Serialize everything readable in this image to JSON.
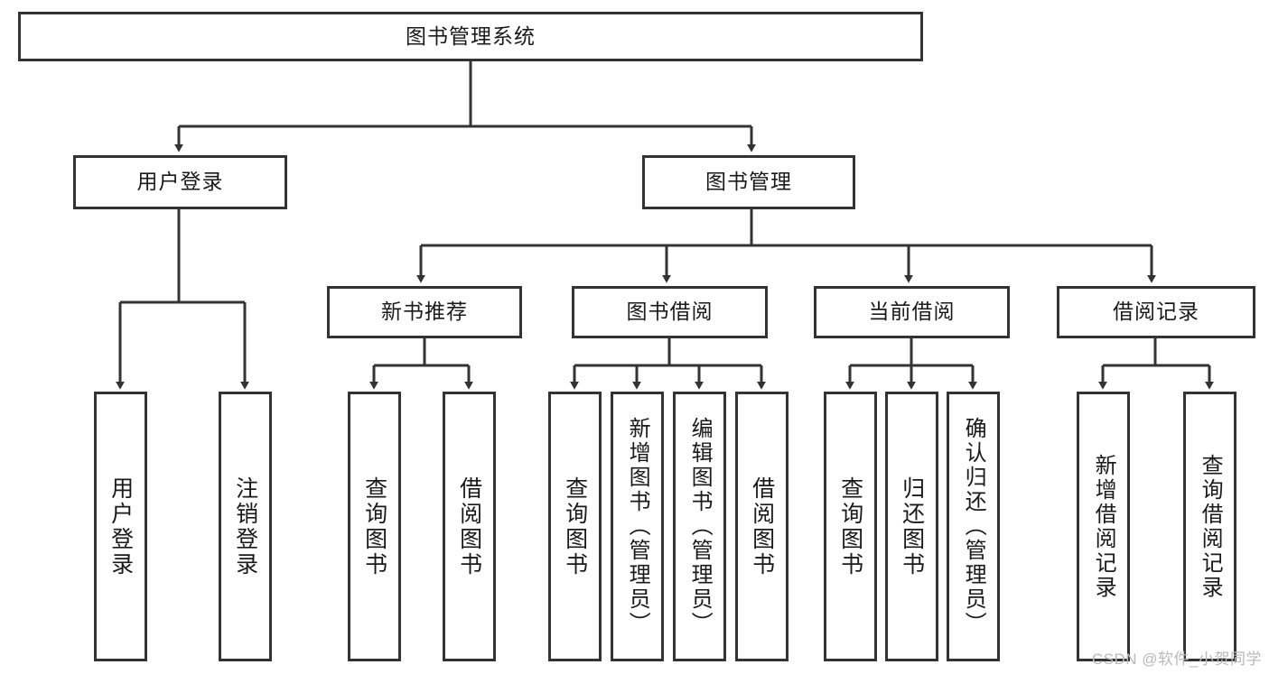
{
  "diagram": {
    "title": "图书管理系统",
    "type": "tree-structure-chart",
    "root": {
      "id": "root",
      "label": "图书管理系统"
    },
    "level1": [
      {
        "id": "user-login",
        "label": "用户登录"
      },
      {
        "id": "book-manage",
        "label": "图书管理"
      }
    ],
    "level2": [
      {
        "id": "new-book-rec",
        "label": "新书推荐",
        "parent": "book-manage"
      },
      {
        "id": "book-borrow",
        "label": "图书借阅",
        "parent": "book-manage"
      },
      {
        "id": "current-borrow",
        "label": "当前借阅",
        "parent": "book-manage"
      },
      {
        "id": "borrow-record",
        "label": "借阅记录",
        "parent": "book-manage"
      }
    ],
    "leaves": [
      {
        "id": "leaf-user-login",
        "label": "用户登录",
        "parent": "user-login"
      },
      {
        "id": "leaf-logout",
        "label": "注销登录",
        "parent": "user-login"
      },
      {
        "id": "leaf-query-book-1",
        "label": "查询图书",
        "parent": "new-book-rec"
      },
      {
        "id": "leaf-borrow-book-1",
        "label": "借阅图书",
        "parent": "new-book-rec"
      },
      {
        "id": "leaf-query-book-2",
        "label": "查询图书",
        "parent": "book-borrow"
      },
      {
        "id": "leaf-add-book",
        "label": "新增图书（管理员）",
        "parent": "book-borrow"
      },
      {
        "id": "leaf-edit-book",
        "label": "编辑图书（管理员）",
        "parent": "book-borrow"
      },
      {
        "id": "leaf-borrow-book-2",
        "label": "借阅图书",
        "parent": "book-borrow"
      },
      {
        "id": "leaf-query-book-3",
        "label": "查询图书",
        "parent": "current-borrow"
      },
      {
        "id": "leaf-return-book",
        "label": "归还图书",
        "parent": "current-borrow"
      },
      {
        "id": "leaf-confirm-return",
        "label": "确认归还（管理员）",
        "parent": "current-borrow"
      },
      {
        "id": "leaf-add-record",
        "label": "新增借阅记录",
        "parent": "borrow-record"
      },
      {
        "id": "leaf-query-record",
        "label": "查询借阅记录",
        "parent": "borrow-record"
      }
    ],
    "colors": {
      "stroke": "#333333",
      "fill": "#ffffff",
      "text": "#1a1a1a",
      "watermark": "#b9b9b9"
    }
  },
  "watermark": {
    "text": "CSDN @软件_小贺同学"
  }
}
